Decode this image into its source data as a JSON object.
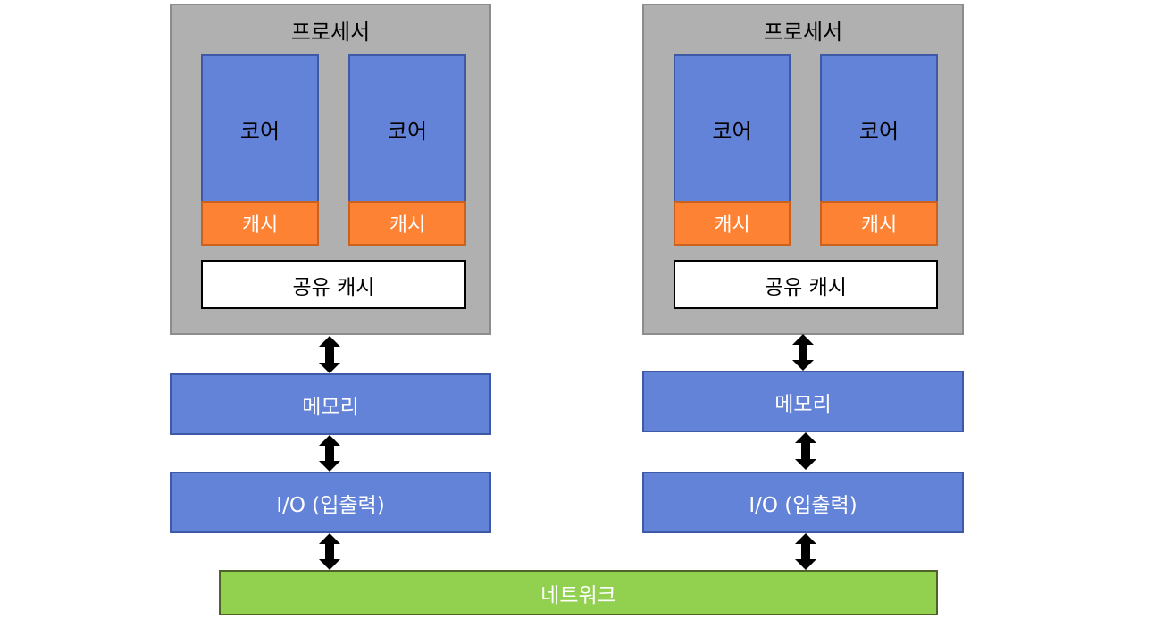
{
  "left": {
    "processor_label": "프로세서",
    "cores": [
      {
        "core_label": "코어",
        "cache_label": "캐시"
      },
      {
        "core_label": "코어",
        "cache_label": "캐시"
      }
    ],
    "shared_cache_label": "공유 캐시",
    "memory_label": "메모리",
    "io_label": "I/O (입출력)"
  },
  "right": {
    "processor_label": "프로세서",
    "cores": [
      {
        "core_label": "코어",
        "cache_label": "캐시"
      },
      {
        "core_label": "코어",
        "cache_label": "캐시"
      }
    ],
    "shared_cache_label": "공유 캐시",
    "memory_label": "메모리",
    "io_label": "I/O (입출력)"
  },
  "network_label": "네트워크",
  "colors": {
    "processor": "#b0b0b0",
    "core": "#6383d8",
    "cache": "#fd8233",
    "network": "#92d050"
  }
}
